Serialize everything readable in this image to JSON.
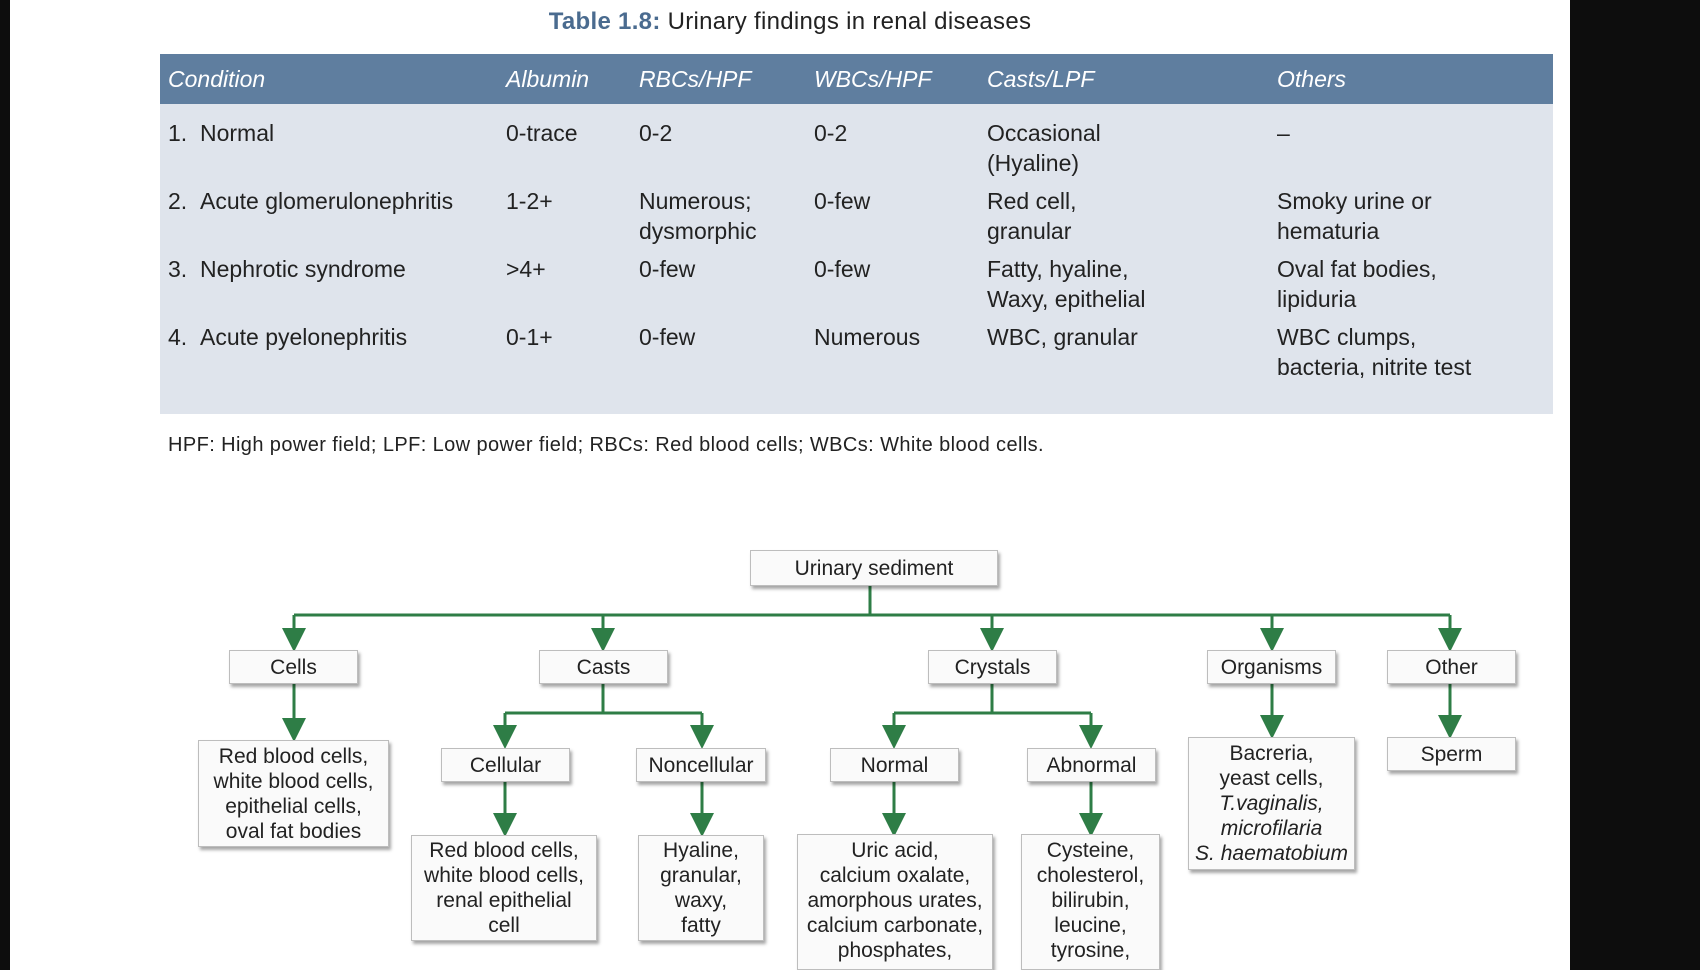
{
  "table": {
    "label": "Table 1.8:",
    "title": "Urinary findings in renal diseases",
    "headers": [
      "Condition",
      "Albumin",
      "RBCs/HPF",
      "WBCs/HPF",
      "Casts/LPF",
      "Others"
    ],
    "rows": [
      {
        "num": "1.",
        "condition": "Normal",
        "albumin": "0-trace",
        "rbcs": "0-2",
        "wbcs": "0-2",
        "casts": [
          "Occasional",
          "(Hyaline)"
        ],
        "others": [
          "–"
        ]
      },
      {
        "num": "2.",
        "condition": "Acute glomerulonephritis",
        "albumin": "1-2+",
        "rbcs": "Numerous; dysmorphic",
        "wbcs": "0-few",
        "casts": [
          "Red cell,",
          "granular"
        ],
        "others": [
          "Smoky urine or",
          "hematuria"
        ]
      },
      {
        "num": "3.",
        "condition": "Nephrotic syndrome",
        "albumin": ">4+",
        "rbcs": "0-few",
        "wbcs": "0-few",
        "casts": [
          "Fatty, hyaline,",
          "Waxy, epithelial"
        ],
        "others": [
          "Oval fat bodies,",
          "lipiduria"
        ]
      },
      {
        "num": "4.",
        "condition": "Acute pyelonephritis",
        "albumin": "0-1+",
        "rbcs": "0-few",
        "wbcs": "Numerous",
        "casts": [
          "WBC, granular"
        ],
        "others": [
          "WBC clumps,",
          "bacteria, nitrite test"
        ]
      }
    ],
    "footnote": "HPF: High power field; LPF: Low power field; RBCs: Red blood cells; WBCs: White blood cells."
  },
  "diagram": {
    "root": "Urinary sediment",
    "cells": {
      "label": "Cells",
      "items": [
        "Red blood cells,",
        "white blood cells,",
        "epithelial cells,",
        "oval fat bodies"
      ]
    },
    "casts": {
      "label": "Casts",
      "cellular": {
        "label": "Cellular",
        "items": [
          "Red blood cells,",
          "white blood cells,",
          "renal epithelial",
          "cell"
        ]
      },
      "noncellular": {
        "label": "Noncellular",
        "items": [
          "Hyaline,",
          "granular,",
          "waxy,",
          "fatty"
        ]
      }
    },
    "crystals": {
      "label": "Crystals",
      "normal": {
        "label": "Normal",
        "items": [
          "Uric acid,",
          "calcium oxalate,",
          "amorphous urates,",
          "calcium carbonate,",
          "phosphates,"
        ]
      },
      "abnormal": {
        "label": "Abnormal",
        "items": [
          "Cysteine,",
          "cholesterol,",
          "bilirubin,",
          "leucine,",
          "tyrosine,"
        ]
      }
    },
    "organisms": {
      "label": "Organisms",
      "items": [
        "Bacreria,",
        "yeast cells,",
        "T.vaginalis,",
        "microfilaria",
        "S. haematobium"
      ]
    },
    "other": {
      "label": "Other",
      "items": [
        "Sperm"
      ]
    }
  },
  "colors": {
    "header_bg": "#5f7e9f",
    "table_bg": "#dfe4ec",
    "arrow": "#2e7d46",
    "caption_label": "#4a6b8f"
  }
}
